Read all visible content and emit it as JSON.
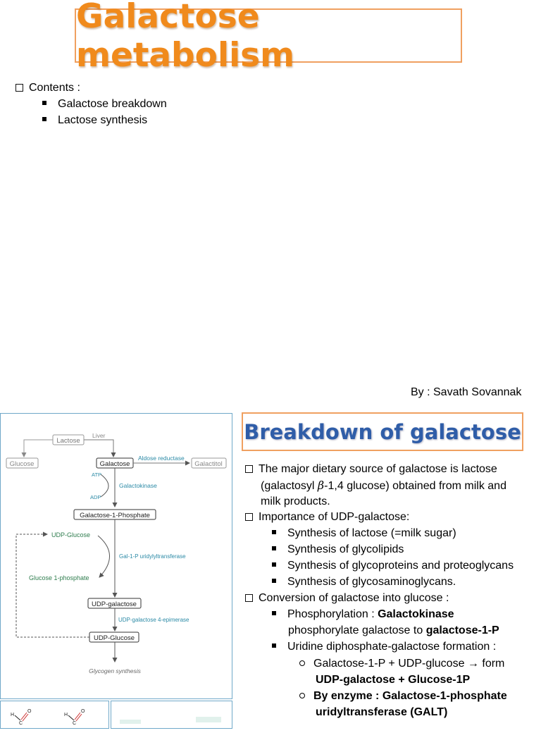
{
  "slide1": {
    "title": "Galactose metabolism",
    "contents_label": "Contents :",
    "items": [
      "Galactose breakdown",
      "Lactose synthesis"
    ],
    "author": "By : Savath Sovannak"
  },
  "diagram": {
    "lactose": "Lactose",
    "liver": "Liver",
    "glucose": "Glucose",
    "galactose": "Galactose",
    "aldose_reductase": "Aldose reductase",
    "galactitol": "Galactitol",
    "atp": "ATP",
    "adp": "ADP",
    "galactokinase": "Galactokinase",
    "gal1p": "Galactose-1-Phosphate",
    "udp_glucose_top": "UDP-Glucose",
    "gal1p_transferase": "Gal-1-P uridylyltransferase",
    "glucose_1_phosphate": "Glucose 1-phosphate",
    "udp_galactose": "UDP-galactose",
    "epimerase": "UDP-galactose 4-epimerase",
    "udp_glucose_bottom": "UDP-Glucose",
    "glycogen": "Glycogen synthesis"
  },
  "slide2": {
    "title": "Breakdown of galactose",
    "p1_line1": "The major dietary source of galactose is lactose",
    "p1_line2_pre": "(galactosyl ",
    "p1_beta": "β",
    "p1_line2_post": "-1,4 glucose) obtained from milk and",
    "p1_line3": "milk products.",
    "p2": "Importance of UDP-galactose:",
    "p2_items": [
      "Synthesis of lactose (=milk sugar)",
      "Synthesis of glycolipids",
      "Synthesis of glycoproteins and proteoglycans",
      "Synthesis of glycosaminoglycans."
    ],
    "p3": "Conversion of galactose into glucose :",
    "phos_pre": "Phosphorylation : ",
    "phos_bold": "Galactokinase",
    "phos_line2_pre": "phosphorylate galactose to ",
    "phos_line2_bold": "galactose-1-P",
    "udp_form": "Uridine diphosphate-galactose formation :",
    "sub1_pre": "Galactose-1-P + UDP-glucose ",
    "sub1_arrow": "→",
    "sub1_post": " form",
    "sub1_line2": "UDP-galactose + Glucose-1P",
    "sub2_line1": "By enzyme : Galactose-1-phosphate",
    "sub2_line2": "uridyltransferase (GALT)"
  },
  "colors": {
    "title_orange": "#f08a1c",
    "title2_blue": "#2f5da8",
    "box_border": "#f0a060",
    "diagram_teal": "#2b8aa6",
    "diagram_green": "#2f7d4e"
  }
}
